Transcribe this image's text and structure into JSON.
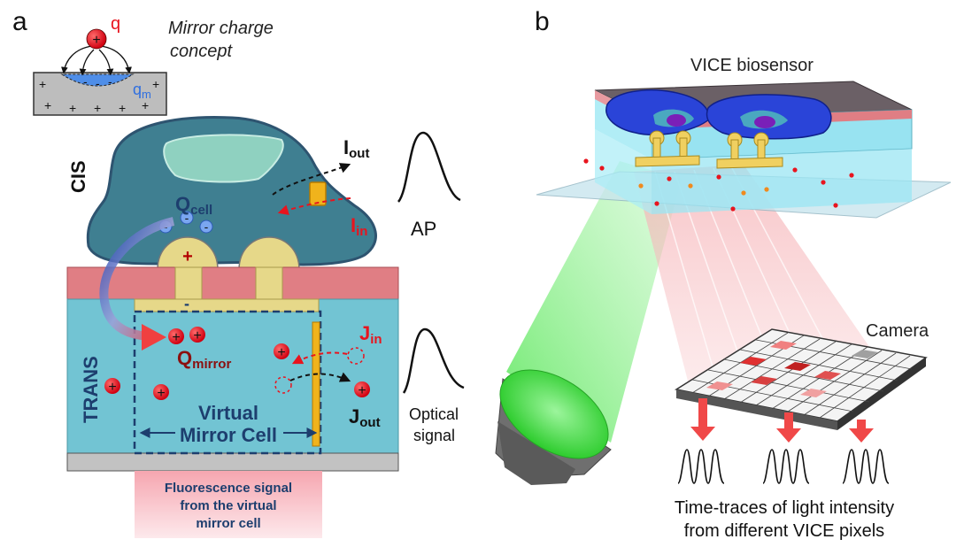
{
  "panel_a": {
    "label": "a",
    "mirror_concept_title_1": "Mirror charge",
    "mirror_concept_title_2": "concept",
    "charge_q": "q",
    "charge_qm_base": "q",
    "charge_qm_sub": "m",
    "cis_label": "CIS",
    "trans_label": "TRANS",
    "q_cell_base": "Q",
    "q_cell_sub": "cell",
    "i_out_base": "I",
    "i_out_sub": "out",
    "i_in_base": "I",
    "i_in_sub": "in",
    "ap_label": "AP",
    "q_mirror_base": "Q",
    "q_mirror_sub": "mirror",
    "j_in_base": "J",
    "j_in_sub": "in",
    "j_out_base": "J",
    "j_out_sub": "out",
    "optical_signal_1": "Optical",
    "optical_signal_2": "signal",
    "virtual_cell_1": "Virtual",
    "virtual_cell_2": "Mirror Cell",
    "fluorescence_1": "Fluorescence signal",
    "fluorescence_2": "from the virtual",
    "fluorescence_3": "mirror cell",
    "plus": "+",
    "minus": "-"
  },
  "panel_b": {
    "label": "b",
    "sensor_label": "VICE biosensor",
    "camera_label": "Camera",
    "caption_1": "Time-traces of light intensity",
    "caption_2": "from different VICE pixels"
  },
  "colors": {
    "cell_body": "#3f7f91",
    "cell_outline": "#2e5470",
    "nucleus": "#8fd1c0",
    "pink_layer": "#e07e84",
    "trans_layer": "#72c4d3",
    "electrode": "#e6d889",
    "red_charge": "#e8141e",
    "blue_charge": "#5c8ee6",
    "label_red": "#e8141e",
    "label_navy": "#1d3e6e",
    "green_light": "#38e038"
  }
}
